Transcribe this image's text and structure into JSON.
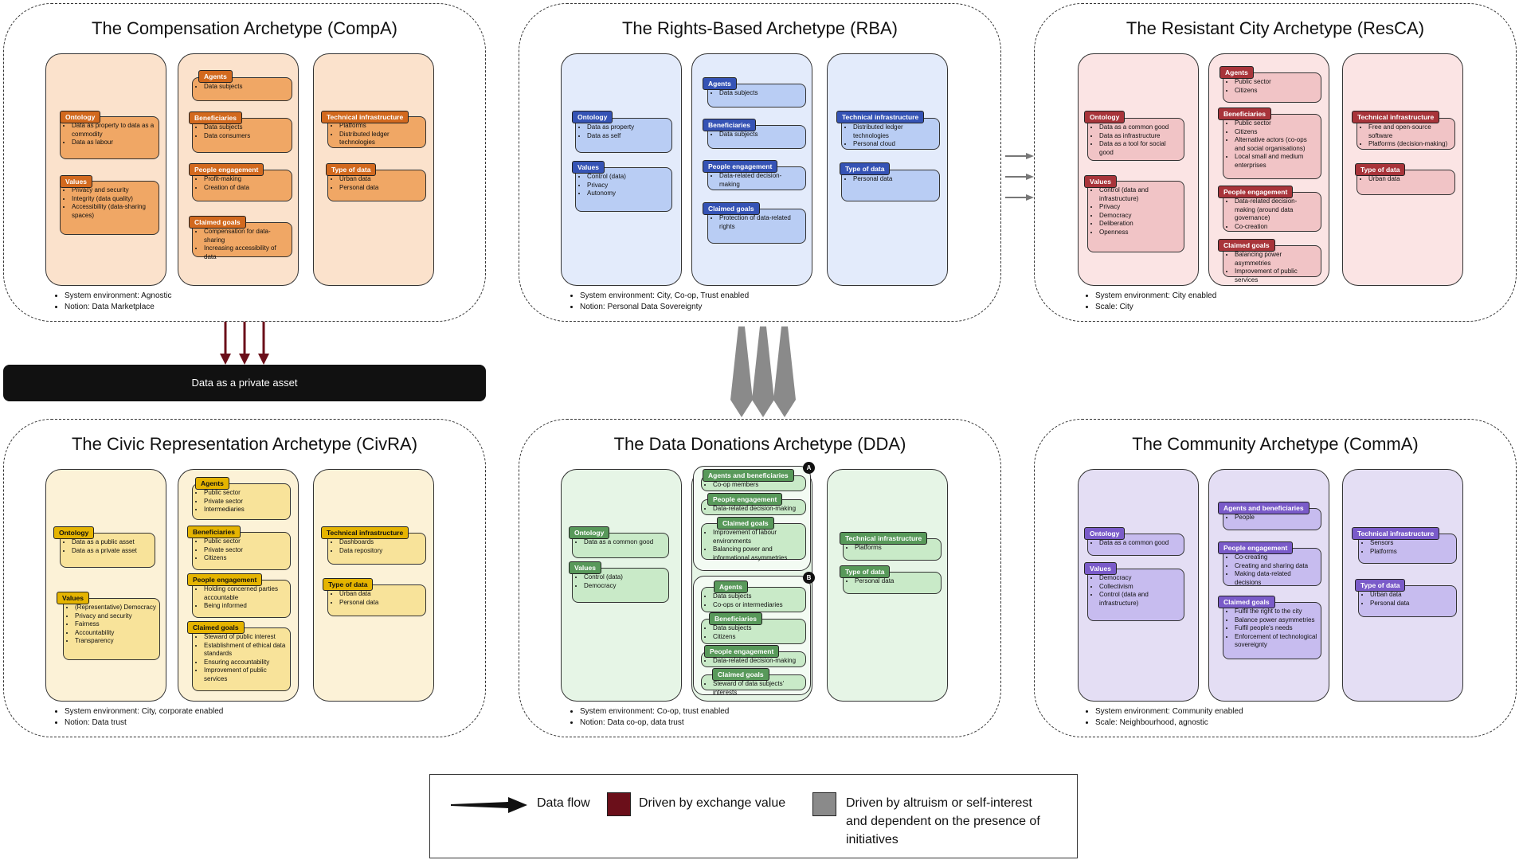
{
  "colors": {
    "exchange": "#6b0f1a",
    "altruism": "#8a8a8a",
    "orange": "#f0a765",
    "blue": "#b9cdf4",
    "red": "#f1c4c6",
    "yellow": "#f8e39a",
    "green": "#c9eac8",
    "purple": "#c7bcef"
  },
  "private_asset_label": "Data as a private asset",
  "legend": {
    "data_flow": "Data flow",
    "exchange": "Driven by exchange value",
    "altruism_line1": "Driven by altruism or self-interest",
    "altruism_line2": "and dependent on the presence of",
    "altruism_line3": "initiatives"
  },
  "compa": {
    "title": "The Compensation Archetype (CompA)",
    "notes": [
      "System environment: Agnostic",
      "Notion: Data Marketplace"
    ],
    "ontology": {
      "label": "Ontology",
      "items": [
        "Data as property to data as a commodity",
        "Data as labour"
      ]
    },
    "values": {
      "label": "Values",
      "items": [
        "Privacy and security",
        "Integrity (data quality)",
        "Accessibility (data-sharing spaces)"
      ]
    },
    "agents": {
      "label": "Agents",
      "items": [
        "Data subjects"
      ]
    },
    "beneficiaries": {
      "label": "Beneficiaries",
      "items": [
        "Data subjects",
        "Data consumers"
      ]
    },
    "engagement": {
      "label": "People engagement",
      "items": [
        "Profit-making",
        "Creation of data"
      ]
    },
    "goals": {
      "label": "Claimed goals",
      "items": [
        "Compensation for data-sharing",
        "Increasing accessibility of data"
      ]
    },
    "tech": {
      "label": "Technical infrastructure",
      "items": [
        "Platforms",
        "Distributed ledger technologies"
      ]
    },
    "type": {
      "label": "Type of data",
      "items": [
        "Urban data",
        "Personal data"
      ]
    }
  },
  "rba": {
    "title": "The Rights-Based Archetype (RBA)",
    "notes": [
      "System environment: City, Co-op, Trust enabled",
      "Notion: Personal Data Sovereignty"
    ],
    "ontology": {
      "label": "Ontology",
      "items": [
        "Data as property",
        "Data as self"
      ]
    },
    "values": {
      "label": "Values",
      "items": [
        "Control (data)",
        "Privacy",
        "Autonomy"
      ]
    },
    "agents": {
      "label": "Agents",
      "items": [
        "Data subjects"
      ]
    },
    "beneficiaries": {
      "label": "Beneficiaries",
      "items": [
        "Data subjects"
      ]
    },
    "engagement": {
      "label": "People engagement",
      "items": [
        "Data-related decision-making"
      ]
    },
    "goals": {
      "label": "Claimed goals",
      "items": [
        "Protection of data-related rights"
      ]
    },
    "tech": {
      "label": "Technical infrastructure",
      "items": [
        "Distributed ledger technologies",
        "Personal cloud"
      ]
    },
    "type": {
      "label": "Type of data",
      "items": [
        "Personal data"
      ]
    }
  },
  "resca": {
    "title": "The Resistant City Archetype (ResCA)",
    "notes": [
      "System environment: City enabled",
      "Scale: City"
    ],
    "ontology": {
      "label": "Ontology",
      "items": [
        "Data as a common good",
        "Data as infrastructure",
        "Data as a tool for social good"
      ]
    },
    "values": {
      "label": "Values",
      "items": [
        "Control (data and infrastructure)",
        "Privacy",
        "Democracy",
        "Deliberation",
        "Openness"
      ]
    },
    "agents": {
      "label": "Agents",
      "items": [
        "Public sector",
        "Citizens"
      ]
    },
    "beneficiaries": {
      "label": "Beneficiaries",
      "items": [
        "Public sector",
        "Citizens",
        "Alternative actors (co-ops and social organisations)",
        "Local small and medium enterprises"
      ]
    },
    "engagement": {
      "label": "People engagement",
      "items": [
        "Data-related decision-making (around data governance)",
        "Co-creation"
      ]
    },
    "goals": {
      "label": "Claimed goals",
      "items": [
        "Balancing power asymmetries",
        "Improvement of public services"
      ]
    },
    "tech": {
      "label": "Technical infrastructure",
      "items": [
        "Free and open-source software",
        "Platforms (decision-making)"
      ]
    },
    "type": {
      "label": "Type of data",
      "items": [
        "Urban data"
      ]
    }
  },
  "civra": {
    "title": "The Civic Representation Archetype (CivRA)",
    "notes": [
      "System environment: City, corporate enabled",
      "Notion: Data trust"
    ],
    "ontology": {
      "label": "Ontology",
      "items": [
        "Data as a public asset",
        "Data as a private asset"
      ]
    },
    "values": {
      "label": "Values",
      "items": [
        "(Representative) Democracy",
        "Privacy and security",
        "Fairness",
        "Accountability",
        "Transparency"
      ]
    },
    "agents": {
      "label": "Agents",
      "items": [
        "Public sector",
        "Private sector",
        "Intermediaries"
      ]
    },
    "beneficiaries": {
      "label": "Beneficiaries",
      "items": [
        "Public sector",
        "Private sector",
        "Citizens"
      ]
    },
    "engagement": {
      "label": "People engagement",
      "items": [
        "Holding concerned parties accountable",
        "Being informed"
      ]
    },
    "goals": {
      "label": "Claimed goals",
      "items": [
        "Steward of public interest",
        "Establishment of ethical data standards",
        "Ensuring accountability",
        "Improvement of public services"
      ]
    },
    "tech": {
      "label": "Technical infrastructure",
      "items": [
        "Dashboards",
        "Data repository"
      ]
    },
    "type": {
      "label": "Type of data",
      "items": [
        "Urban data",
        "Personal data"
      ]
    }
  },
  "dda": {
    "title": "The Data Donations Archetype (DDA)",
    "notes": [
      "System environment: Co-op, trust enabled",
      "Notion: Data co-op, data trust"
    ],
    "ontology": {
      "label": "Ontology",
      "items": [
        "Data as a common good"
      ]
    },
    "values": {
      "label": "Values",
      "items": [
        "Control (data)",
        "Democracy"
      ]
    },
    "a_badge": "A",
    "a_agents_ben": {
      "label": "Agents and beneficiaries",
      "items": [
        "Co-op members"
      ]
    },
    "a_engagement": {
      "label": "People engagement",
      "items": [
        "Data-related decision-making"
      ]
    },
    "a_goals": {
      "label": "Claimed goals",
      "items": [
        "Improvement of labour environments",
        "Balancing power and informational asymmetries"
      ]
    },
    "b_badge": "B",
    "b_agents": {
      "label": "Agents",
      "items": [
        "Data subjects",
        "Co-ops or intermediaries"
      ]
    },
    "b_beneficiaries": {
      "label": "Beneficiaries",
      "items": [
        "Data subjects",
        "Citizens"
      ]
    },
    "b_engagement": {
      "label": "People engagement",
      "items": [
        "Data-related decision-making"
      ]
    },
    "b_goals": {
      "label": "Claimed goals",
      "items": [
        "Steward of data subjects' interests"
      ]
    },
    "tech": {
      "label": "Technical infrastructure",
      "items": [
        "Platforms"
      ]
    },
    "type": {
      "label": "Type of data",
      "items": [
        "Personal data"
      ]
    }
  },
  "comma": {
    "title": "The Community Archetype (CommA)",
    "notes": [
      "System environment: Community enabled",
      "Scale: Neighbourhood, agnostic"
    ],
    "ontology": {
      "label": "Ontology",
      "items": [
        "Data as a common good"
      ]
    },
    "values": {
      "label": "Values",
      "items": [
        "Democracy",
        "Collectivism",
        "Control (data and infrastructure)"
      ]
    },
    "agents_ben": {
      "label": "Agents and beneficiaries",
      "items": [
        "People"
      ]
    },
    "engagement": {
      "label": "People engagement",
      "items": [
        "Co-creating",
        "Creating and sharing data",
        "Making data-related decisions"
      ]
    },
    "goals": {
      "label": "Claimed goals",
      "items": [
        "Fulfil the right to the city",
        "Balance power asymmetries",
        "Fulfil people's needs",
        "Enforcement of technological sovereignty"
      ]
    },
    "tech": {
      "label": "Technical infrastructure",
      "items": [
        "Sensors",
        "Platforms"
      ]
    },
    "type": {
      "label": "Type of data",
      "items": [
        "Urban data",
        "Personal data"
      ]
    }
  }
}
